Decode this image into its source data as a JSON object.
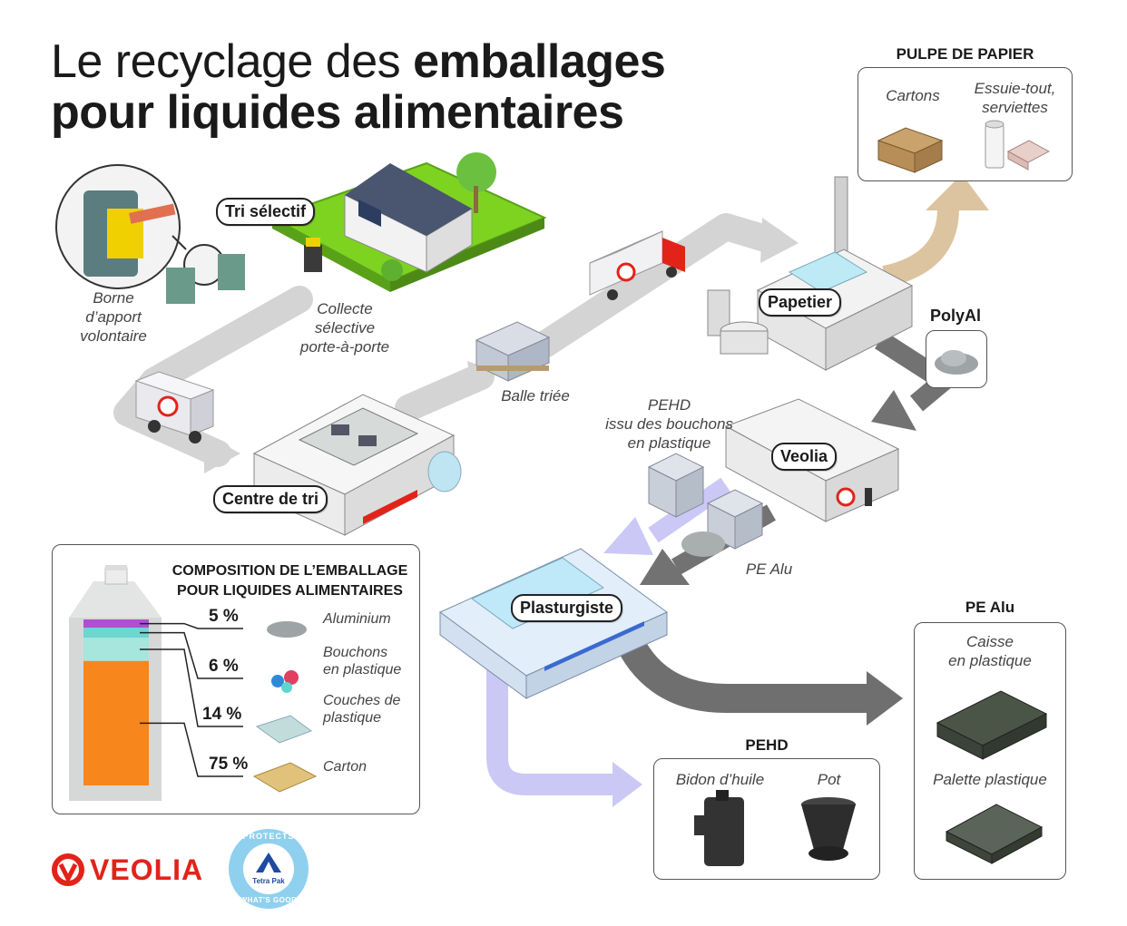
{
  "title": {
    "part1": "Le recyclage des ",
    "part2": "emballages",
    "line2": "pour liquides alimentaires"
  },
  "labels": {
    "tri_selectif": "Tri sélectif",
    "borne": "Borne\nd’apport\nvolontaire",
    "collecte": "Collecte\nsélective\nporte-à-porte",
    "balle": "Balle triée",
    "centre_tri": "Centre de tri",
    "papetier": "Papetier",
    "polyal": "PolyAl",
    "pehd_bouchons": "PEHD\nissu des bouchons\nen plastique",
    "veolia": "Veolia",
    "pe_alu_small": "PE Alu",
    "plasturgiste": "Plasturgiste"
  },
  "pulpe": {
    "header": "PULPE DE PAPIER",
    "item1": "Cartons",
    "item2": "Essuie-tout,\nserviettes"
  },
  "pe_alu": {
    "header": "PE Alu",
    "item1": "Caisse\nen plastique",
    "item2": "Palette plastique"
  },
  "pehd": {
    "header": "PEHD",
    "item1": "Bidon d’huile",
    "item2": "Pot"
  },
  "composition": {
    "title": "COMPOSITION DE L’EMBALLAGE\nPOUR LIQUIDES ALIMENTAIRES",
    "rows": [
      {
        "pct": "5 %",
        "label": "Aluminium",
        "color": "#b04fd0",
        "value": 5
      },
      {
        "pct": "6 %",
        "label": "Bouchons\nen plastique",
        "color": "#6dd6d0",
        "value": 6
      },
      {
        "pct": "14 %",
        "label": "Couches de\nplastique",
        "color": "#a6e6dc",
        "value": 14
      },
      {
        "pct": "75 %",
        "label": "Carton",
        "color": "#f7861c",
        "value": 75
      }
    ]
  },
  "logos": {
    "veolia": "VEOLIA",
    "tetra_top": "PROTECTS",
    "tetra_bottom": "WHAT'S GOOD",
    "tetra_brand": "Tetra Pak"
  },
  "colors": {
    "brand_red": "#e2231a",
    "arrow_grey": "#cfcfcf",
    "arrow_dark": "#6d6d6d",
    "arrow_purple": "#c9c6f5",
    "arrow_tan": "#d9c19e",
    "grass": "#7ed321"
  }
}
